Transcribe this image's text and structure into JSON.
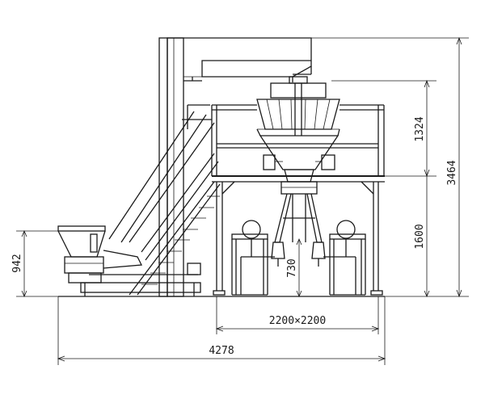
{
  "dimensions": {
    "total_height": "3464",
    "upper_height": "1324",
    "platform_height": "1600",
    "table_height": "730",
    "conveyor_height": "942",
    "platform_size": "2200×2200",
    "total_length": "4278"
  }
}
